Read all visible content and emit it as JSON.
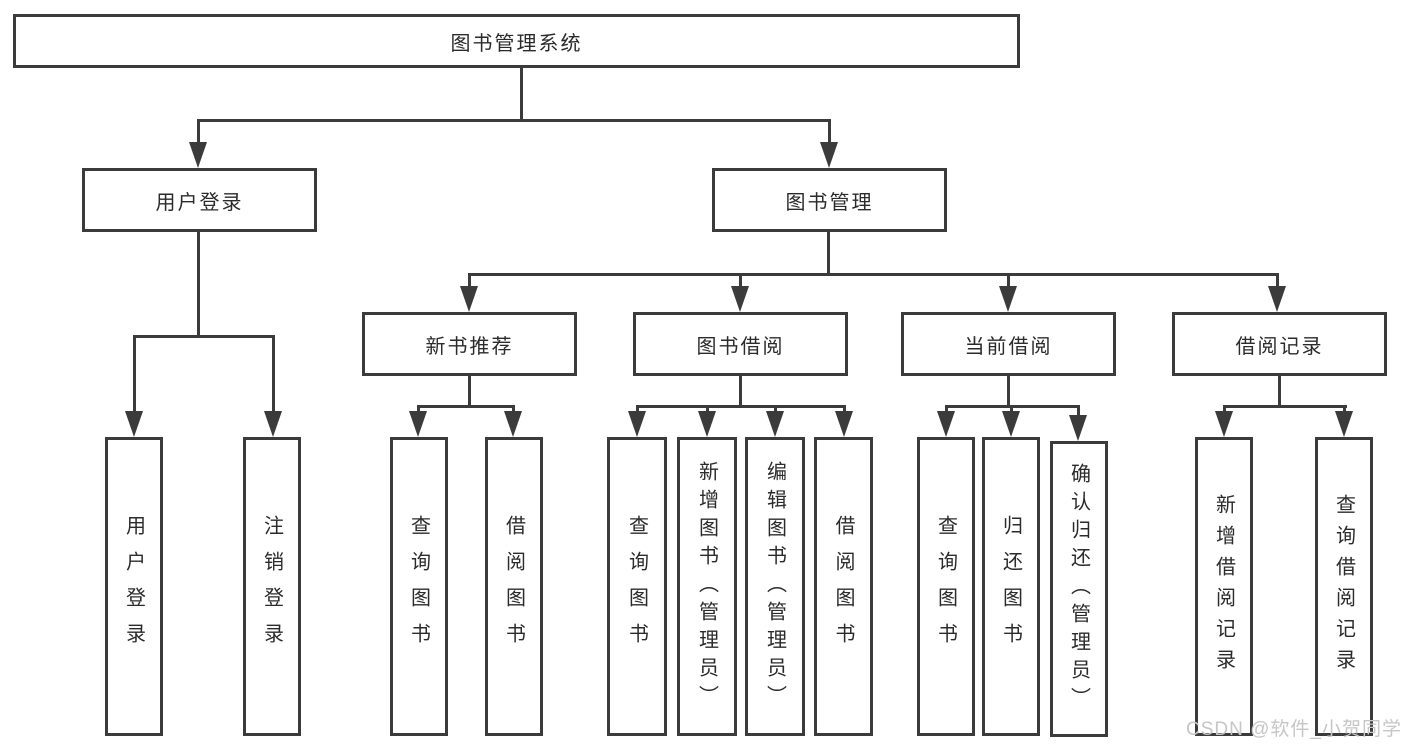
{
  "colors": {
    "line": "#3b3b3b",
    "box_border": "#3b3b3b",
    "box_fill": "#ffffff",
    "text": "#2b2b2b",
    "watermark": "#c6c6c6"
  },
  "tree": {
    "root": {
      "label": "图书管理系统"
    },
    "level2": [
      {
        "label": "用户登录"
      },
      {
        "label": "图书管理"
      }
    ],
    "level3": [
      {
        "label": "新书推荐"
      },
      {
        "label": "图书借阅"
      },
      {
        "label": "当前借阅"
      },
      {
        "label": "借阅记录"
      }
    ],
    "leaves": {
      "user_login": [
        "用户登录",
        "注销登录"
      ],
      "new_book_recommend": [
        "查询图书",
        "借阅图书"
      ],
      "book_borrow": [
        "查询图书",
        "新增图书（管理员）",
        "编辑图书（管理员）",
        "借阅图书"
      ],
      "current_borrow": [
        "查询图书",
        "归还图书",
        "确认归还（管理员）"
      ],
      "borrow_records": [
        "新增借阅记录",
        "查询借阅记录"
      ]
    }
  },
  "watermark": {
    "text": "CSDN @软件_小贺同学"
  }
}
